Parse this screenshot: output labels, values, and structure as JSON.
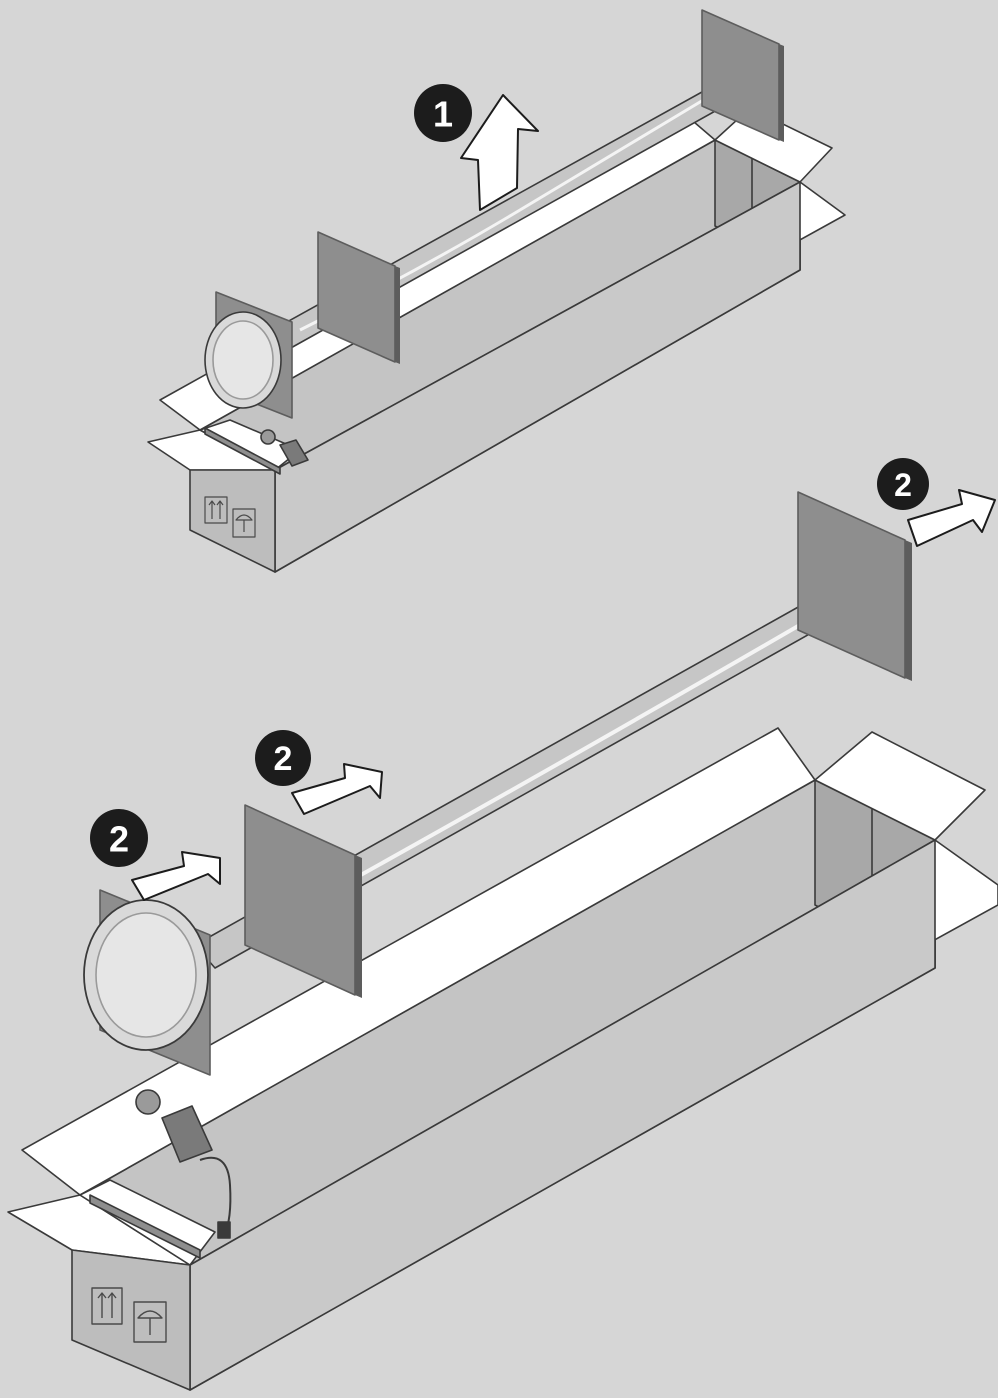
{
  "diagram": {
    "colors": {
      "background": "#d6d6d6",
      "box_white": "#ffffff",
      "box_outer": "#bdbdbd",
      "box_inner": "#c4c4c4",
      "box_dark": "#a3a3a3",
      "board": "#8e8e8e",
      "board_edge": "#5d5d5d",
      "tube": "#c6c6c6",
      "arrow_fill": "#ffffff",
      "badge_fill": "#1c1c1c",
      "outline": "#3a3a3a"
    },
    "steps": [
      {
        "number": "1",
        "action": "lift-up"
      },
      {
        "number": "2",
        "action": "slide-out"
      },
      {
        "number": "2",
        "action": "slide-out"
      },
      {
        "number": "2",
        "action": "slide-out"
      }
    ],
    "box_icons": [
      "this-way-up-icon",
      "keep-dry-umbrella-icon"
    ]
  }
}
